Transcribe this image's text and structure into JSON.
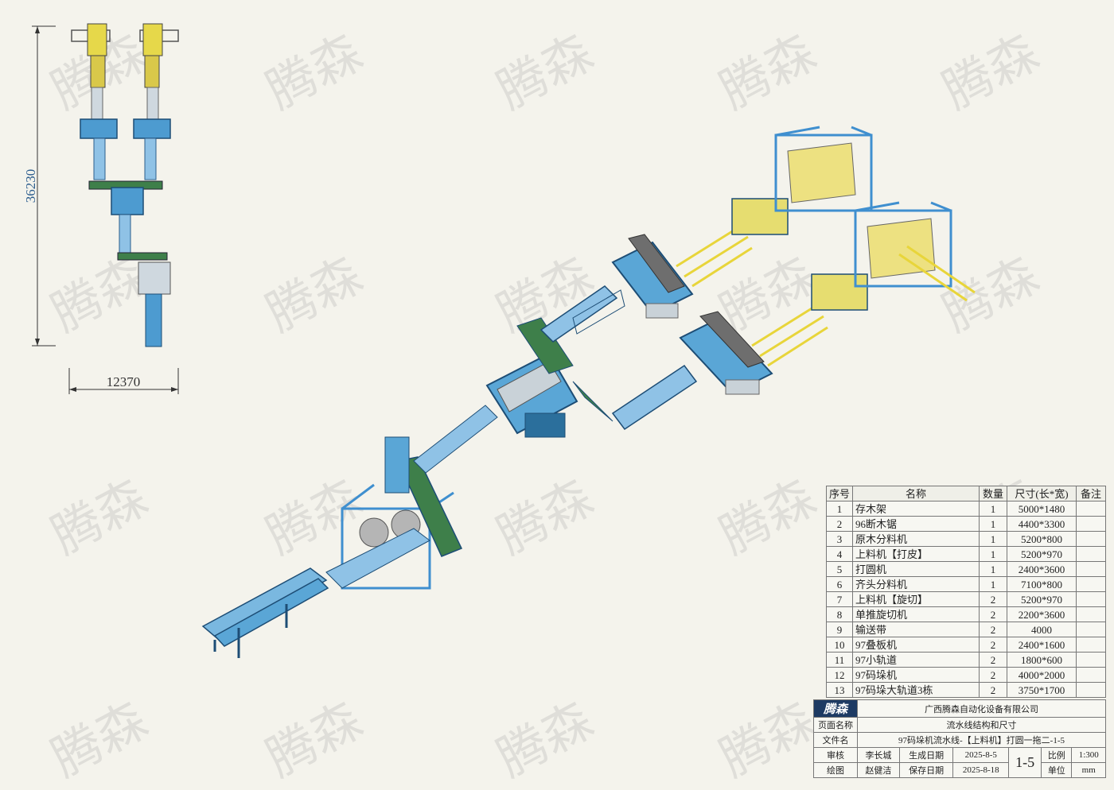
{
  "watermark": "腾森",
  "dimensions": {
    "vertical": "36230",
    "horizontal": "12370"
  },
  "bom": {
    "headers": [
      "序号",
      "名称",
      "数量",
      "尺寸(长*宽)",
      "备注"
    ],
    "rows": [
      [
        "1",
        "存木架",
        "1",
        "5000*1480",
        ""
      ],
      [
        "2",
        "96断木锯",
        "1",
        "4400*3300",
        ""
      ],
      [
        "3",
        "原木分料机",
        "1",
        "5200*800",
        ""
      ],
      [
        "4",
        "上料机【打皮】",
        "1",
        "5200*970",
        ""
      ],
      [
        "5",
        "打圆机",
        "1",
        "2400*3600",
        ""
      ],
      [
        "6",
        "齐头分料机",
        "1",
        "7100*800",
        ""
      ],
      [
        "7",
        "上料机【旋切】",
        "2",
        "5200*970",
        ""
      ],
      [
        "8",
        "单推旋切机",
        "2",
        "2200*3600",
        ""
      ],
      [
        "9",
        "输送带",
        "2",
        "4000",
        ""
      ],
      [
        "10",
        "97叠板机",
        "2",
        "2400*1600",
        ""
      ],
      [
        "11",
        "97小轨道",
        "2",
        "1800*600",
        ""
      ],
      [
        "12",
        "97码垛机",
        "2",
        "4000*2000",
        ""
      ],
      [
        "13",
        "97码垛大轨道3栋",
        "2",
        "3750*1700",
        ""
      ]
    ]
  },
  "title_block": {
    "logo": "腾森",
    "company": "广西腾森自动化设备有限公司",
    "page_name_label": "页面名称",
    "page_name": "流水线结构和尺寸",
    "file_name_label": "文件名",
    "file_name": "97码垛机流水线-【上料机】打圆一拖二-1-5",
    "review_label": "审核",
    "reviewer": "李长城",
    "created_label": "生成日期",
    "created": "2025-8-5",
    "drawn_label": "绘图",
    "drafter": "赵健洁",
    "saved_label": "保存日期",
    "saved": "2025-8-18",
    "sheet": "1-5",
    "scale_label": "比例",
    "scale": "1:300",
    "unit_label": "单位",
    "unit": "mm"
  },
  "colors": {
    "machine": "#5aa6d6",
    "machine_dark": "#2b6f9c",
    "frame": "#3f8fcf",
    "rail": "#e8d53a",
    "grey": "#8a8a8a",
    "green": "#3e7f4a"
  }
}
